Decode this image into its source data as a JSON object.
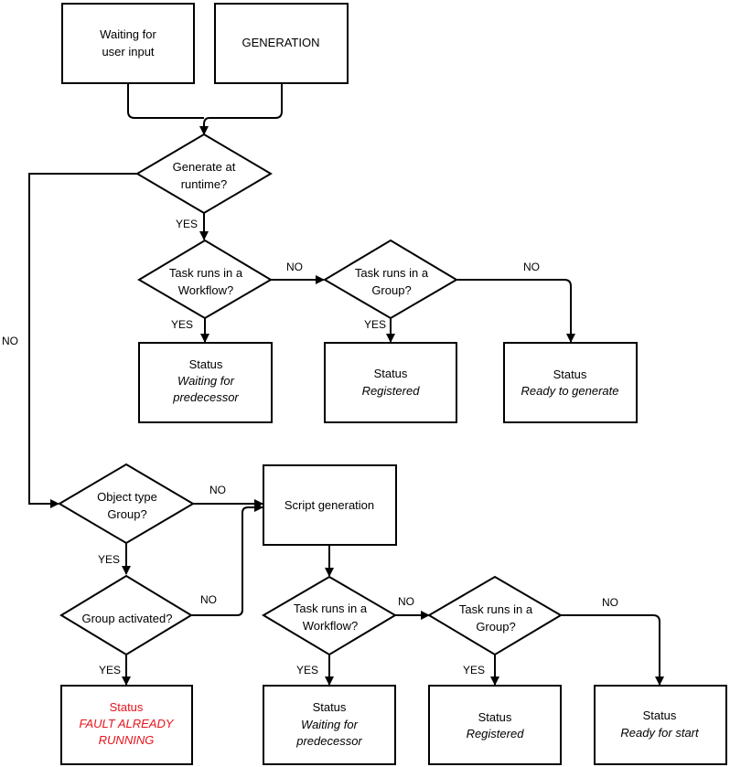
{
  "nodes": {
    "waiting_input": {
      "line1": "Waiting for",
      "line2": "user input"
    },
    "generation": {
      "label": "GENERATION"
    },
    "generate_at_runtime": {
      "line1": "Generate at",
      "line2": "runtime?"
    },
    "workflow_q1": {
      "line1": "Task runs in a",
      "line2": "Workflow?"
    },
    "group_q1": {
      "line1": "Task runs in a",
      "line2": "Group?"
    },
    "status_wait_pred1": {
      "title": "Status",
      "line1": "Waiting for",
      "line2": "predecessor"
    },
    "status_registered1": {
      "title": "Status",
      "line1": "Registered"
    },
    "status_ready_generate": {
      "title": "Status",
      "line1": "Ready to generate"
    },
    "object_type_group": {
      "line1": "Object type",
      "line2": "Group?"
    },
    "script_generation": {
      "label": "Script generation"
    },
    "group_activated": {
      "label": "Group activated?"
    },
    "workflow_q2": {
      "line1": "Task runs in a",
      "line2": "Workflow?"
    },
    "group_q2": {
      "line1": "Task runs in a",
      "line2": "Group?"
    },
    "status_fault": {
      "title": "Status",
      "line1": "FAULT ALREADY",
      "line2": "RUNNING"
    },
    "status_wait_pred2": {
      "title": "Status",
      "line1": "Waiting for",
      "line2": "predecessor"
    },
    "status_registered2": {
      "title": "Status",
      "line1": "Registered"
    },
    "status_ready_start": {
      "title": "Status",
      "line1": "Ready for start"
    }
  },
  "edge_labels": {
    "yes_runtime": "YES",
    "no_runtime": "NO",
    "no_workflow1": "NO",
    "yes_workflow1": "YES",
    "no_group1": "NO",
    "yes_group1": "YES",
    "no_object_type": "NO",
    "yes_object_type": "YES",
    "no_group_activated": "NO",
    "yes_group_activated": "YES",
    "no_workflow2": "NO",
    "yes_workflow2": "YES",
    "no_group2": "NO",
    "yes_group2": "YES"
  },
  "colors": {
    "line": "#000000",
    "fault_text": "#e8141b"
  }
}
